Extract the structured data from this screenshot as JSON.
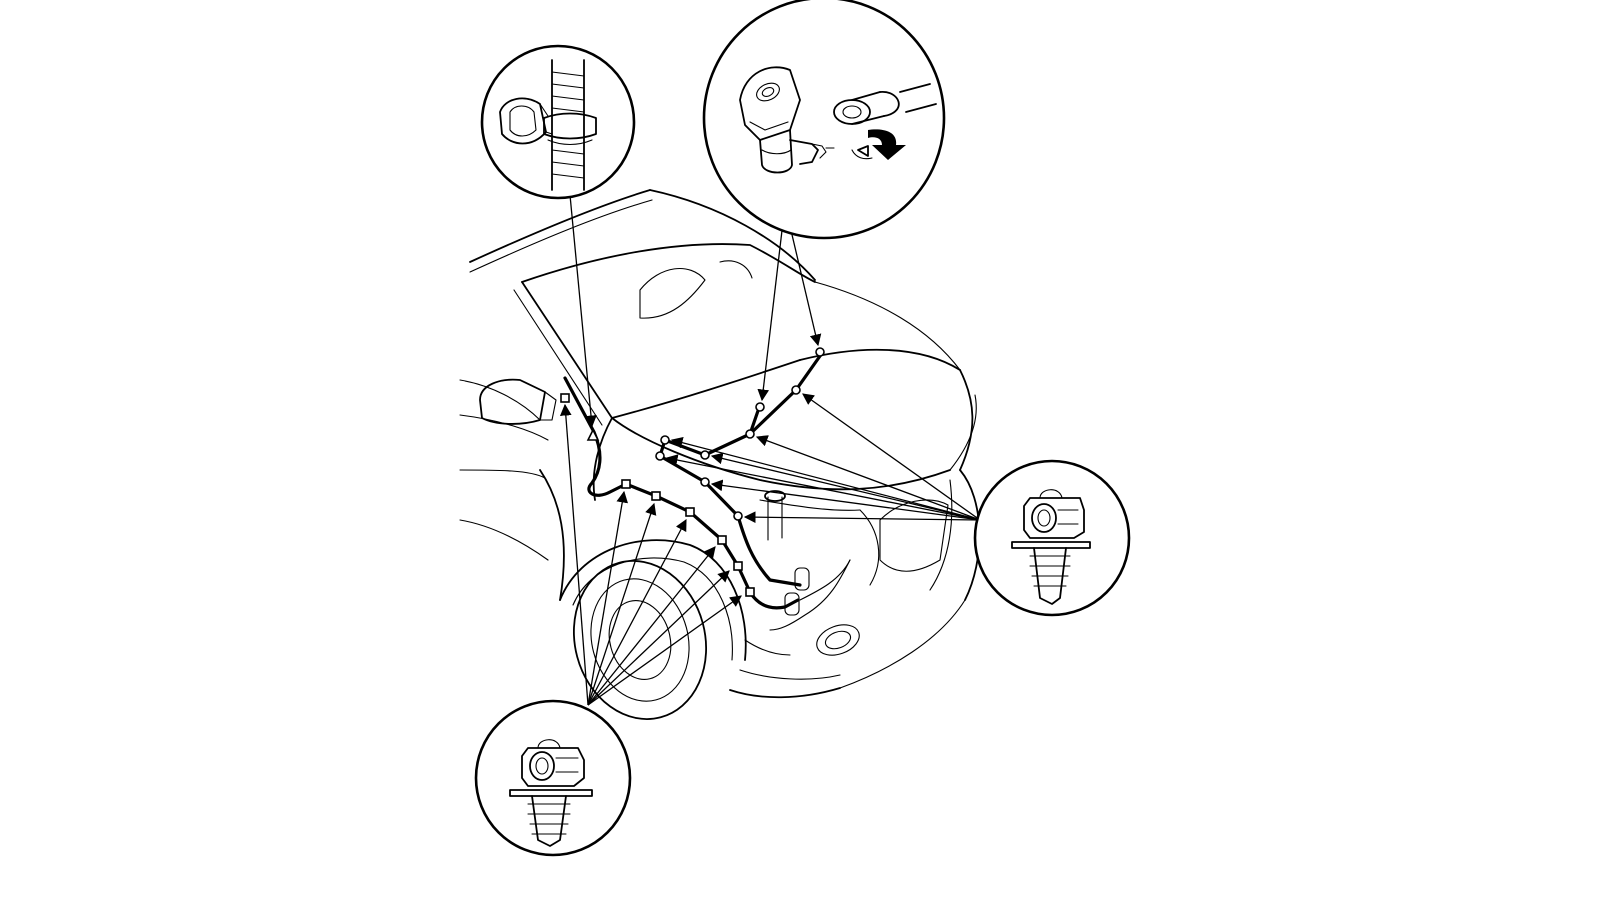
{
  "figure": {
    "description_text": "",
    "colors": {
      "line": "#000000",
      "background": "#ffffff"
    },
    "callouts": [
      {
        "id": "hose-clamp-detail",
        "icon": "hose-clamp-icon"
      },
      {
        "id": "washer-nozzle-detail",
        "icon": "washer-nozzle-icon"
      },
      {
        "id": "clip-detail-right",
        "icon": "hose-clip-icon"
      },
      {
        "id": "clip-detail-bottom",
        "icon": "hose-clip-icon"
      }
    ]
  }
}
